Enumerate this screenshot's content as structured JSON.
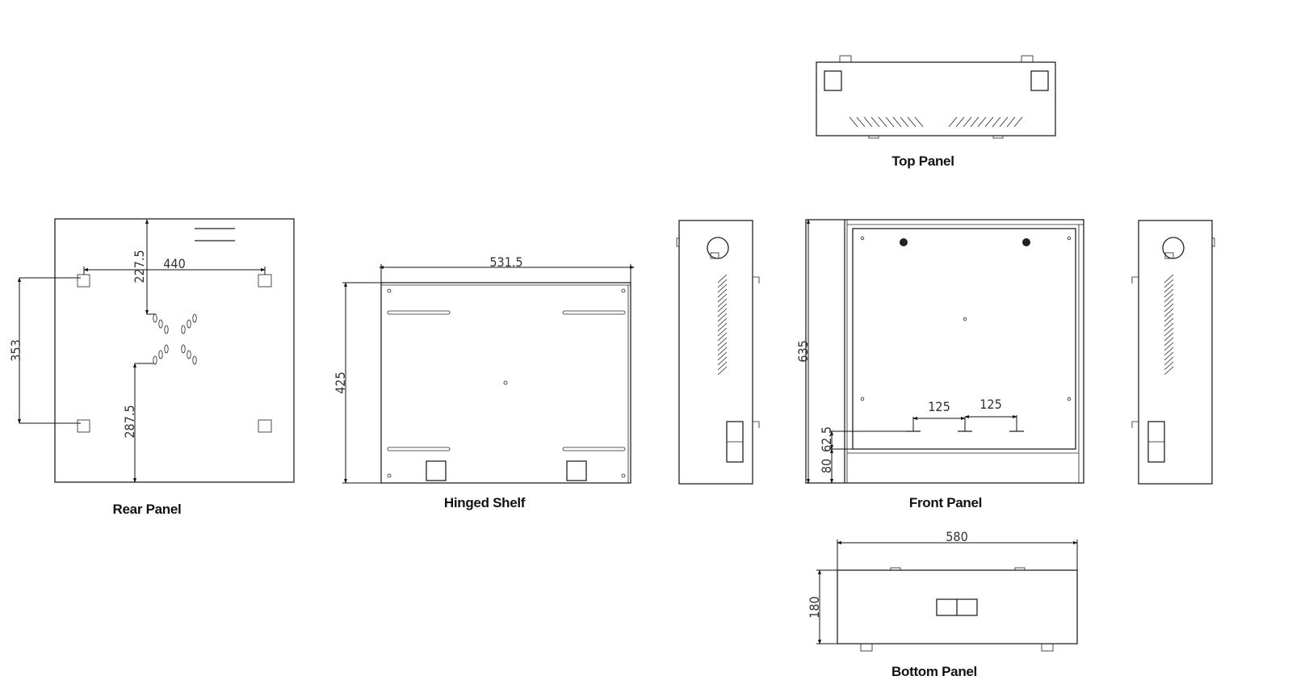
{
  "views": {
    "top_panel": {
      "label": "Top Panel"
    },
    "rear_panel": {
      "label": "Rear Panel",
      "dims": {
        "width_between_mounts": "440",
        "top_offset": "227.5",
        "mount_vertical": "353",
        "bottom_offset": "287.5"
      }
    },
    "hinged_shelf": {
      "label": "Hinged Shelf",
      "dims": {
        "width": "531.5",
        "depth": "425"
      }
    },
    "front_panel": {
      "label": "Front Panel",
      "dims": {
        "height": "635",
        "spacing_left": "125",
        "spacing_right": "125",
        "hook_height": "62.5",
        "base_height": "80"
      }
    },
    "bottom_panel": {
      "label": "Bottom Panel",
      "dims": {
        "width": "580",
        "depth": "180"
      }
    }
  }
}
